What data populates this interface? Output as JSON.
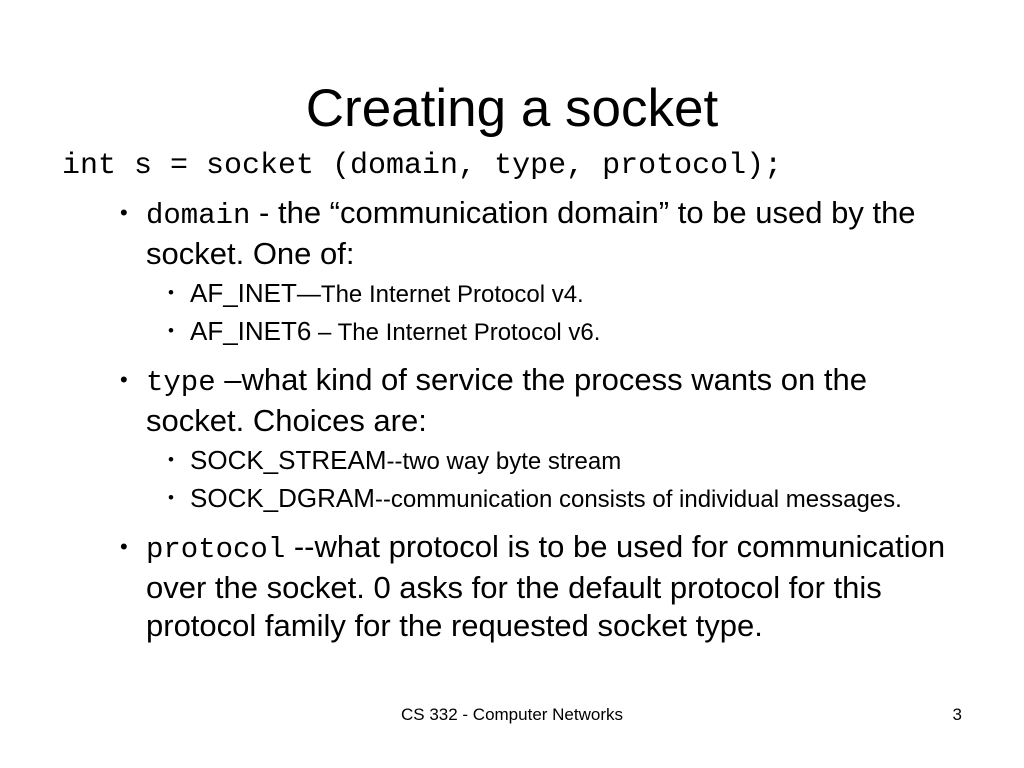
{
  "slide": {
    "title": "Creating a socket",
    "code_signature": "int s = socket (domain, type, protocol);",
    "bullets": [
      {
        "term": "domain",
        "description": " -  the “communication domain” to be used by the socket.  One of:",
        "subbullets": [
          {
            "term": "AF_INET",
            "description": "—The Internet Protocol v4."
          },
          {
            "term": "AF_INET6",
            "description": " – The Internet Protocol v6."
          }
        ]
      },
      {
        "term": "type",
        "description": " –what kind of service the process wants on the socket.  Choices are:",
        "subbullets": [
          {
            "term": "SOCK_STREAM",
            "description": "--two way byte stream"
          },
          {
            "term": "SOCK_DGRAM",
            "description": "--communication consists of individual messages."
          }
        ]
      },
      {
        "term": "protocol",
        "description": " --what protocol is to be used for communication over the socket.  0 asks for the default protocol for this protocol family for the requested socket type.",
        "subbullets": []
      }
    ],
    "bullet_glyph": "•"
  },
  "footer": {
    "course": "CS 332 - Computer Networks",
    "page_number": "3"
  }
}
